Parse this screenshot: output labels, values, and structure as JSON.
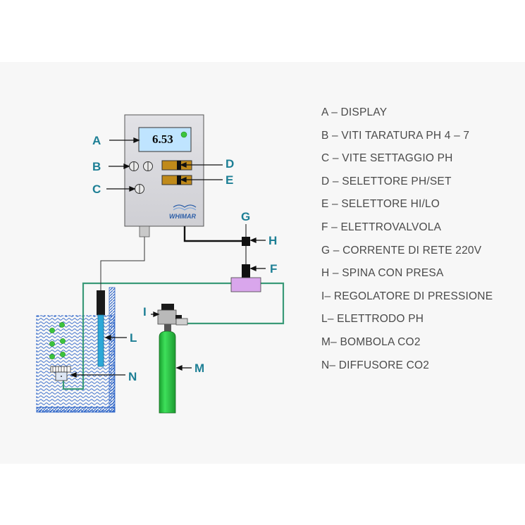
{
  "display": {
    "reading": "6.53",
    "brand": "WHIMAR"
  },
  "callouts": {
    "A": "A",
    "B": "B",
    "C": "C",
    "D": "D",
    "E": "E",
    "F": "F",
    "G": "G",
    "H": "H",
    "I": "I",
    "L": "L",
    "M": "M",
    "N": "N"
  },
  "legend": [
    {
      "code": "A",
      "sep": " – ",
      "text": "DISPLAY"
    },
    {
      "code": "B",
      "sep": " – ",
      "text": "VITI TARATURA PH 4 – 7"
    },
    {
      "code": "C",
      "sep": " – ",
      "text": "VITE SETTAGGIO PH"
    },
    {
      "code": "D",
      "sep": " – ",
      "text": "SELETTORE PH/SET"
    },
    {
      "code": "E",
      "sep": " – ",
      "text": "SELETTORE HI/LO"
    },
    {
      "code": "F",
      "sep": " – ",
      "text": "ELETTROVALVOLA"
    },
    {
      "code": "G",
      "sep": " – ",
      "text": "CORRENTE DI RETE 220V"
    },
    {
      "code": "H",
      "sep": " – ",
      "text": "SPINA CON PRESA"
    },
    {
      "code": "I",
      "sep": "– ",
      "text": "REGOLATORE DI PRESSIONE"
    },
    {
      "code": "L",
      "sep": "– ",
      "text": "ELETTRODO PH"
    },
    {
      "code": "M",
      "sep": "– ",
      "text": "BOMBOLA CO2"
    },
    {
      "code": "N",
      "sep": "– ",
      "text": "DIFFUSORE CO2"
    }
  ],
  "colors": {
    "callout": "#1d7f95",
    "legend_text": "#4a4a4a",
    "controller_body": "#d8d8dc",
    "display_screen": "#bfe4ff",
    "led": "#3cc43c",
    "selector": "#c08a1a",
    "co2_line": "#3a9a78",
    "cylinder": "#28c840",
    "solenoid_valve": "#d9a6ec",
    "water": "#2f66c8",
    "electrode": "#2ca8d8"
  }
}
